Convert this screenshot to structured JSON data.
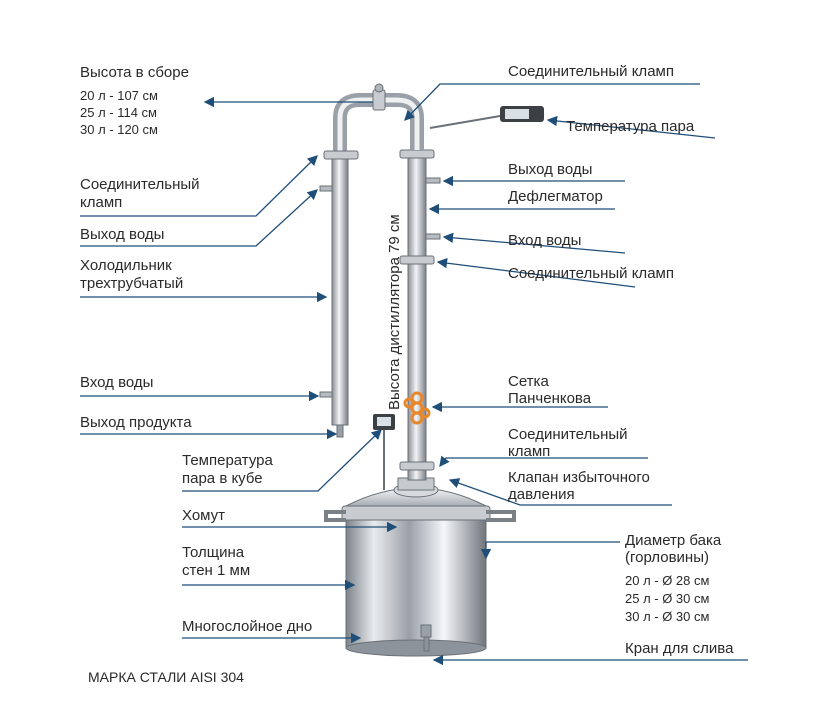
{
  "assembled_height": {
    "title": "Высота в сборе",
    "values": [
      "20 л - 107 см",
      "25 л - 114 см",
      "30 л - 120 см"
    ]
  },
  "labels": {
    "clamp_top": "Соединительный кламп",
    "steam_temp": "Температура пара",
    "water_out_right": "Выход воды",
    "dephlegmator": "Дефлегматор",
    "water_in_right": "Вход воды",
    "clamp_right": "Соединительный кламп",
    "clamp_left": [
      "Соединительный",
      "кламп"
    ],
    "water_out_left": "Выход воды",
    "cooler": [
      "Холодильник",
      "трехтрубчатый"
    ],
    "water_in_left": "Вход воды",
    "product_out": "Выход продукта",
    "cube_temp": [
      "Температура",
      "пара в кубе"
    ],
    "panchenkov_mesh": [
      "Сетка",
      "Панченкова"
    ],
    "clamp_lower": [
      "Соединительный",
      "кламп"
    ],
    "relief_valve": [
      "Клапан избыточного",
      "давления"
    ],
    "collar": "Хомут",
    "wall_thickness": [
      "Толщина",
      "стен 1 мм"
    ],
    "multilayer_bottom": "Многослойное дно",
    "drain_tap": "Кран для слива",
    "distiller_height": "Высота дистиллятора 79 см"
  },
  "tank_diameter": {
    "title": [
      "Диаметр бака",
      "(горловины)"
    ],
    "values": [
      "20 л - Ø 28 см",
      "25 л - Ø 30 см",
      "30 л - Ø 30 см"
    ]
  },
  "steel_grade": "МАРКА СТАЛИ AISI 304",
  "colors": {
    "line": "#1f4e79",
    "steel": "#b8bcc2",
    "mesh": "#e8872b"
  }
}
